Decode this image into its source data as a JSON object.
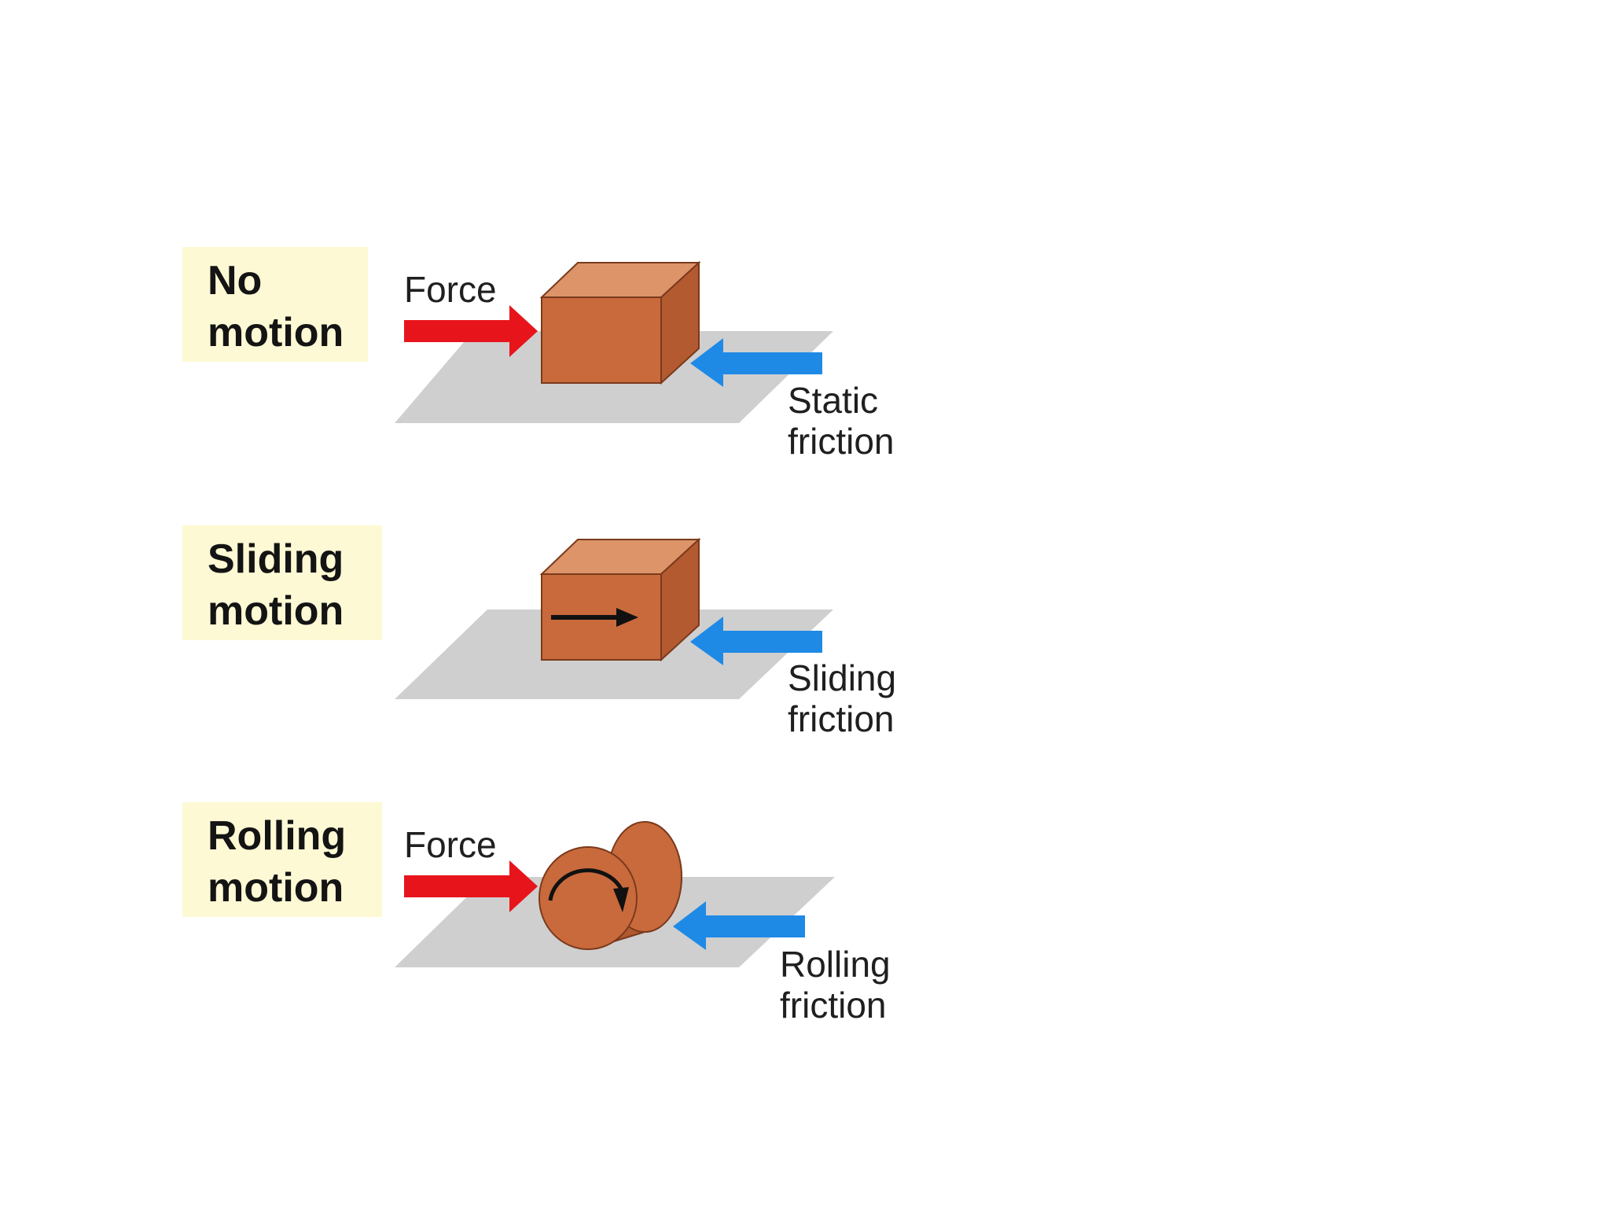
{
  "panels": [
    {
      "state_label": "No\nmotion",
      "force_label": "Force",
      "friction_label": "Static\nfriction"
    },
    {
      "state_label": "Sliding\nmotion",
      "friction_label": "Sliding\nfriction"
    },
    {
      "state_label": "Rolling\nmotion",
      "force_label": "Force",
      "friction_label": "Rolling\nfriction"
    }
  ],
  "colors": {
    "label_background": "#fdf9d4",
    "applied_force_arrow": "#e8141c",
    "friction_arrow": "#1f8ae6",
    "block_front": "#c96a3c",
    "block_top": "#dc9468",
    "block_side": "#b45a30",
    "surface": "#cfcfcf",
    "motion_arrow": "#111111"
  },
  "icons": {
    "block": "box-icon",
    "cylinder": "cylinder-icon",
    "force": "arrow-right-icon",
    "friction": "arrow-left-icon",
    "motion": "arrow-right-icon",
    "rotation": "rotate-clockwise-icon"
  }
}
